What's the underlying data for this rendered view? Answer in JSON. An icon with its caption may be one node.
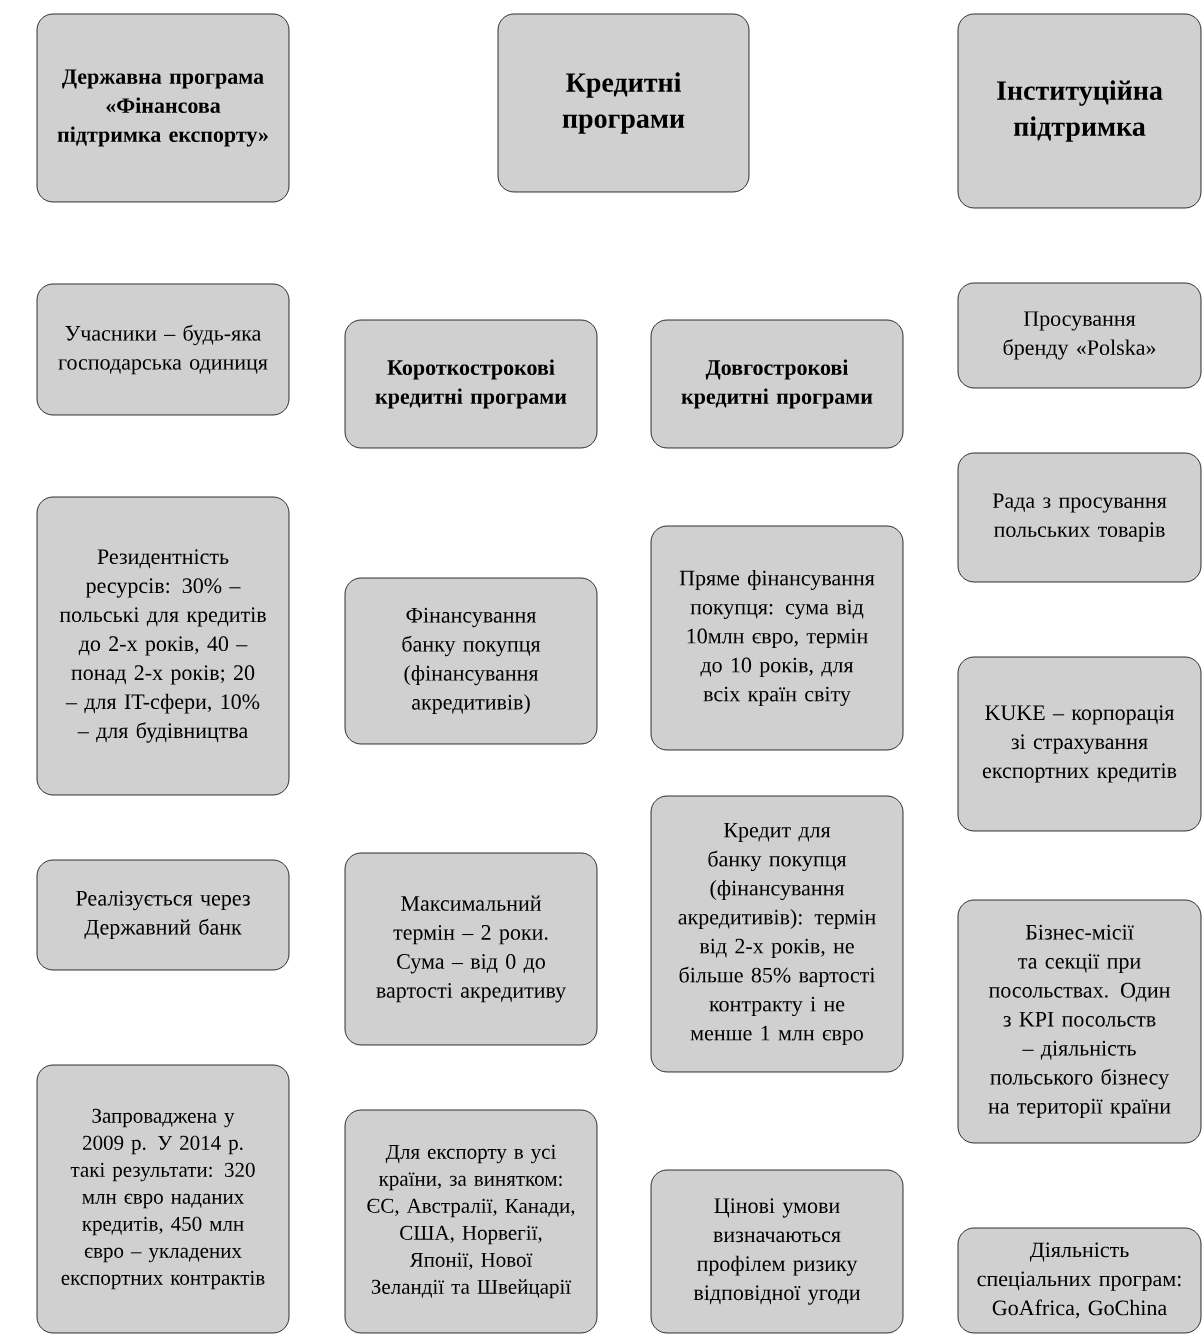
{
  "diagram": {
    "nodes": [
      {
        "text": [
          "Державна програма «Фінансова підтримка експорту»"
        ]
      },
      {
        "text": [
          "Кредитні програми"
        ]
      },
      {
        "text": [
          "Інституційна підтримка"
        ]
      },
      {
        "text": [
          "Учасники – будь-яка господарська одиниця"
        ]
      },
      {
        "text": [
          "Короткострокові кредитні програми"
        ]
      },
      {
        "text": [
          "Довгострокові кредитні програми"
        ]
      },
      {
        "text": [
          "Просування бренду «Polska»"
        ]
      },
      {
        "text": [
          "Рада з просування польських товарів"
        ]
      },
      {
        "text": [
          "Резидентність ресурсів: 30% – польські для кредитів до 2-х років, 40 – понад 2-х років; 20 – для IT-сфери, 10% – для будівництва"
        ]
      },
      {
        "text": [
          "Фінансування банку покупця (фінансування акредитивів)"
        ]
      },
      {
        "text": [
          "Пряме фінансування покупця: сума від 10млн євро, термін до 10 років, для всіх країн світу"
        ]
      },
      {
        "text": [
          "KUKE – корпорація зі страхування експортних кредитів"
        ]
      },
      {
        "text": [
          "Реалізується через Державний банк"
        ]
      },
      {
        "text": [
          "Максимальний термін – 2 роки. Сума – від 0 до вартості акредитиву"
        ]
      },
      {
        "text": [
          "Кредит для банку покупця (фінансування акредитивів): термін від 2-х років, не більше 85% вартості контракту і не менше 1 млн євро"
        ]
      },
      {
        "text": [
          "Бізнес-місії та секції при посольствах. Один з KPI посольств – діяльність польського бізнесу на території країни"
        ]
      },
      {
        "text": [
          "Запроваджена у 2009 р. У 2014 р. такі результати: 320 млн євро наданих кредитів, 450 млн євро – укладених експортних контрактів"
        ]
      },
      {
        "text": [
          "Для експорту в усі країни, за винятком: ЄС, Австралії, Канади, США, Норвегії, Японії, Нової Зеландії та Швейцарії"
        ]
      },
      {
        "text": [
          "Цінові умови визначаються профілем ризику відповідної угоди"
        ]
      },
      {
        "text": [
          "Діяльність спеціальних програм: GoAfrica, GoChina"
        ]
      }
    ]
  }
}
